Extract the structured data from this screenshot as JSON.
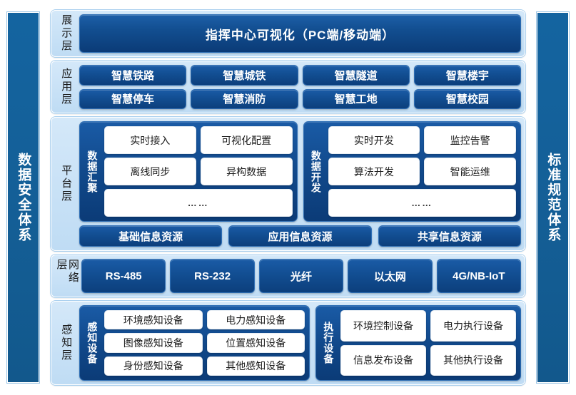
{
  "pillars": {
    "left": {
      "label": "数据安全体系",
      "name": "data-security-system"
    },
    "right": {
      "label": "标准规范体系",
      "name": "standard-specification-system"
    }
  },
  "colors": {
    "band_bg_light": "#d4e8f9",
    "chip_navy": "#124e92",
    "chip_navy_dark": "#0b3b77",
    "pillar_blue": "#1464a0",
    "cell_white": "#ffffff",
    "page_bg": "#ffffff"
  },
  "layers": {
    "display": {
      "name": "展示层",
      "banner": "指挥中心可视化（PC端/移动端）"
    },
    "application": {
      "name": "应用层",
      "row1": [
        "智慧铁路",
        "智慧城铁",
        "智慧隧道",
        "智慧楼宇"
      ],
      "row2": [
        "智慧停车",
        "智慧消防",
        "智慧工地",
        "智慧校园"
      ]
    },
    "platform": {
      "name": "平台层",
      "groups": [
        {
          "title": "数据汇聚",
          "rows": [
            [
              "实时接入",
              "可视化配置"
            ],
            [
              "离线同步",
              "异构数据"
            ]
          ],
          "more": "……"
        },
        {
          "title": "数据开发",
          "rows": [
            [
              "实时开发",
              "监控告警"
            ],
            [
              "算法开发",
              "智能运维"
            ]
          ],
          "more": "……"
        }
      ],
      "resources": [
        "基础信息资源",
        "应用信息资源",
        "共享信息资源"
      ]
    },
    "network": {
      "name": "网络层",
      "items": [
        "RS-485",
        "RS-232",
        "光纤",
        "以太网",
        "4G/NB-IoT"
      ]
    },
    "sense": {
      "name": "感知层",
      "groups": [
        {
          "title": "感知设备",
          "rows": [
            [
              "环境感知设备",
              "电力感知设备"
            ],
            [
              "图像感知设备",
              "位置感知设备"
            ],
            [
              "身份感知设备",
              "其他感知设备"
            ]
          ]
        },
        {
          "title": "执行设备",
          "rows": [
            [
              "环境控制设备",
              "电力执行设备"
            ],
            [
              "信息发布设备",
              "其他执行设备"
            ]
          ]
        }
      ]
    }
  }
}
